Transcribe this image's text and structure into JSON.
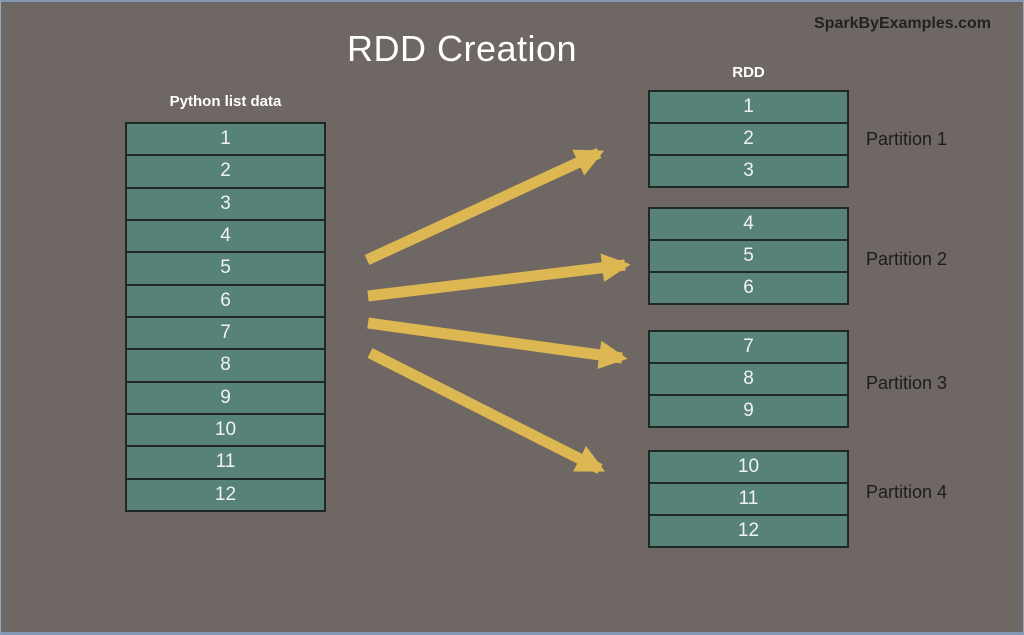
{
  "header": {
    "title": "RDD Creation",
    "watermark": "SparkByExamples.com"
  },
  "source_list": {
    "label": "Python list data",
    "values": [
      "1",
      "2",
      "3",
      "4",
      "5",
      "6",
      "7",
      "8",
      "9",
      "10",
      "11",
      "12"
    ]
  },
  "rdd": {
    "label": "RDD",
    "partitions": [
      {
        "label": "Partition 1",
        "values": [
          "1",
          "2",
          "3"
        ]
      },
      {
        "label": "Partition 2",
        "values": [
          "4",
          "5",
          "6"
        ]
      },
      {
        "label": "Partition 3",
        "values": [
          "7",
          "8",
          "9"
        ]
      },
      {
        "label": "Partition 4",
        "values": [
          "10",
          "11",
          "12"
        ]
      }
    ]
  },
  "colors": {
    "background": "#6f6764",
    "frame_border": "#8299b4",
    "cell_fill": "#578277",
    "cell_border": "#1f2825",
    "cell_text": "#f2f2f0",
    "title_text": "#ffffff",
    "dark_text": "#222222",
    "arrow": "#ddb751"
  }
}
